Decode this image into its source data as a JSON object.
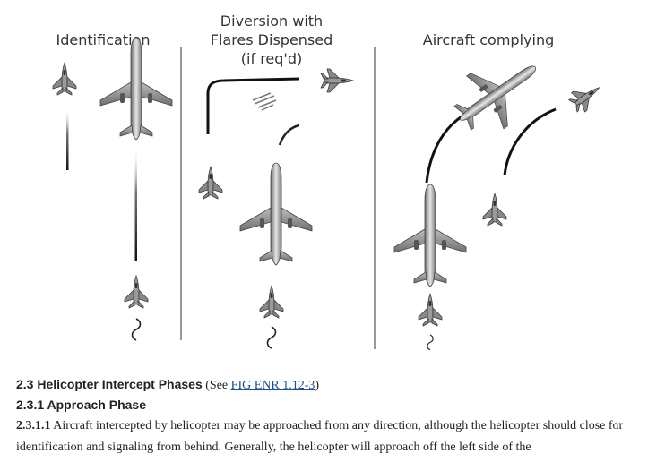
{
  "figure": {
    "panels": [
      {
        "title": "Identification"
      },
      {
        "title": "Diversion with\nFlares Dispensed\n(if req'd)"
      },
      {
        "title": "Aircraft complying"
      }
    ]
  },
  "section": {
    "heading_title": "2.3 Helicopter Intercept Phases",
    "heading_see_prefix": "(See ",
    "heading_link": "FIG ENR 1.12-3",
    "heading_see_suffix": ")",
    "sub_heading": "2.3.1 Approach Phase",
    "para_number": "2.3.1.1",
    "para_text": "Aircraft intercepted by helicopter may be approached from any direction, although the helicopter should close for identification and signaling from behind. Generally, the helicopter will approach off the left side of the"
  }
}
